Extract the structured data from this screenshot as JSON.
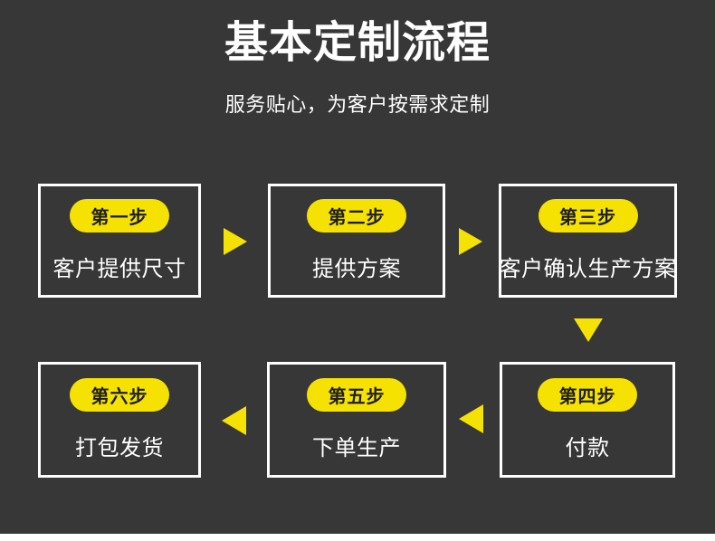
{
  "page": {
    "title": "基本定制流程",
    "subtitle": "服务贴心，为客户按需求定制"
  },
  "colors": {
    "background": "#373737",
    "accent_yellow": "#f5e203",
    "box_border": "#ffffff",
    "label_text": "#ffffff",
    "badge_text": "#1e1e1e",
    "bottom_strip": "#ffffff"
  },
  "steps": [
    {
      "badge": "第一步",
      "label": "客户提供尺寸"
    },
    {
      "badge": "第二步",
      "label": "提供方案"
    },
    {
      "badge": "第三步",
      "label": "客户确认生产方案"
    },
    {
      "badge": "第四步",
      "label": "付款"
    },
    {
      "badge": "第五步",
      "label": "下单生产"
    },
    {
      "badge": "第六步",
      "label": "打包发货"
    }
  ],
  "flow": {
    "arrow_directions": [
      "right",
      "right",
      "down",
      "left",
      "left"
    ]
  }
}
